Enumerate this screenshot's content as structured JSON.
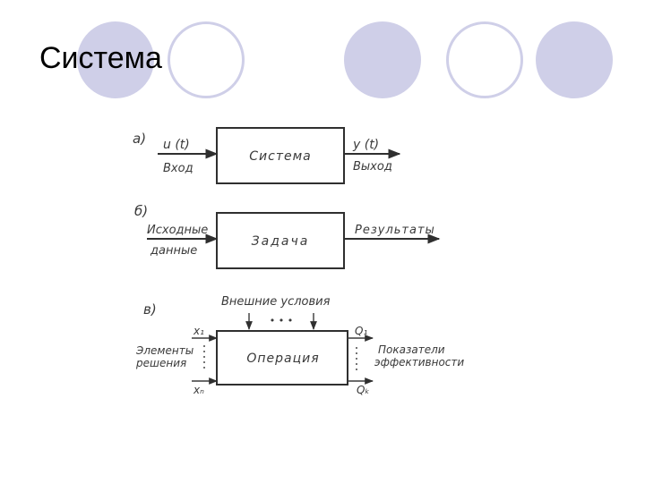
{
  "slide": {
    "title": "Система",
    "colors": {
      "circle_fill": "#cfcfe8",
      "line": "#2f2f2f"
    }
  },
  "diagram": {
    "a": {
      "label": "а)",
      "input_symbol": "u (t)",
      "input_label": "Вход",
      "box_label": "Система",
      "output_symbol": "y (t)",
      "output_label": "Выход"
    },
    "b": {
      "label": "б)",
      "input_line1": "Исходные",
      "input_line2": "данные",
      "box_label": "Задача",
      "output_label": "Результаты"
    },
    "c": {
      "label": "в)",
      "top_label": "Внешние условия",
      "top_dots": "• • •",
      "input_top_symbol": "x₁",
      "input_bottom_symbol": "xₙ",
      "input_line1": "Элементы",
      "input_line2": "решения",
      "box_label": "Операция",
      "output_top_symbol": "Q₁",
      "output_bottom_symbol": "Qₖ",
      "output_line1": "Показатели",
      "output_line2": "эффективности"
    }
  }
}
